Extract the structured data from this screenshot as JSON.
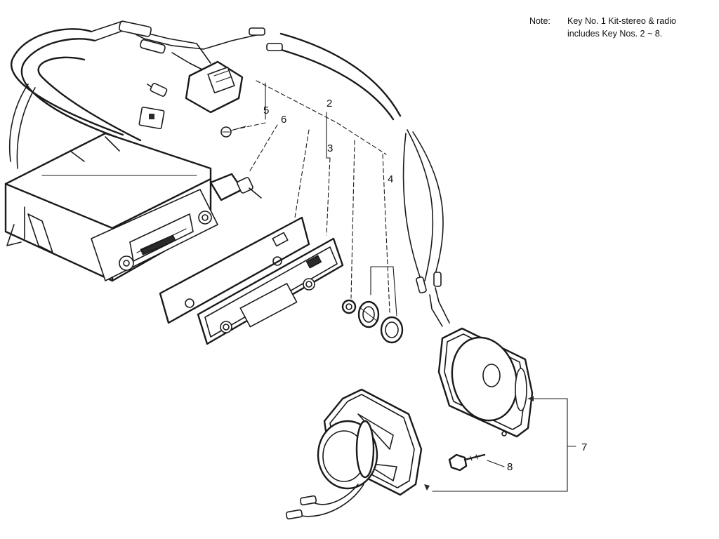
{
  "note": {
    "label": "Note:",
    "line1": "Key No. 1 Kit-stereo & radio",
    "line2": "includes Key Nos. 2 ~ 8."
  },
  "callouts": [
    "2",
    "3",
    "4",
    "5",
    "6",
    "7",
    "8"
  ]
}
